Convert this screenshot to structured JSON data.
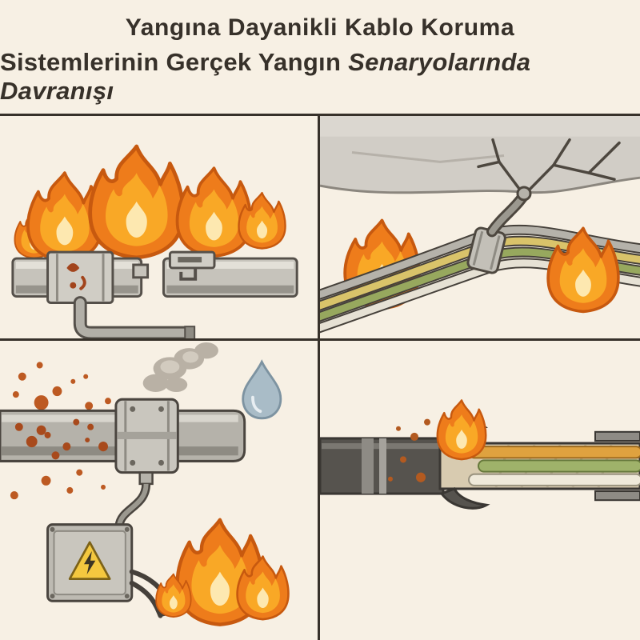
{
  "title": {
    "line1": "Yangına Dayanikli Kablo Koruma",
    "line2_regular": "Sistemlerinin Gerçek Yangın ",
    "line2_italic": "Senaryolarında Davranışı"
  },
  "panels": [
    {
      "id": "top-left",
      "subject": "cable-tray-coupler-in-fire",
      "icons": [
        "flame-icon",
        "cable-tray-icon",
        "conduit-icon"
      ]
    },
    {
      "id": "top-right",
      "subject": "cable-bundle-clamped-to-cracked-wall-with-fire",
      "icons": [
        "flame-icon",
        "crack-icon",
        "cable-bundle-icon",
        "clamp-icon"
      ]
    },
    {
      "id": "bottom-left",
      "subject": "fire-collar-on-pipe-with-smoke-junction-box-and-fire",
      "icons": [
        "flame-icon",
        "smoke-icon",
        "water-drop-icon",
        "warning-triangle-icon",
        "junction-box-icon",
        "pipe-collar-icon",
        "ember-splatter-icon"
      ]
    },
    {
      "id": "bottom-right",
      "subject": "burnt-cable-cross-section-with-exposed-conductors",
      "icons": [
        "flame-icon",
        "cable-cross-section-icon",
        "ember-splatter-icon"
      ]
    }
  ],
  "colors": {
    "background": "#f7f0e4",
    "divider": "#37312a",
    "title_text": "#37312a",
    "flame_outer": "#ee7c1b",
    "flame_mid": "#f9a826",
    "flame_core": "#fde8b0",
    "flame_outline": "#c7590f",
    "metal_light": "#d8d5cd",
    "metal_mid": "#b5b2aa",
    "metal_dark": "#8e8b83",
    "outline_dark": "#4a453f",
    "wall_grey": "#d1cdc6",
    "smoke_grey": "#b3ab9f",
    "water_drop": "#a9bcc7",
    "warning_yellow": "#f4c83f",
    "cable_green": "#97a85e",
    "cable_yellow": "#d9c36a",
    "cable_white": "#e6e1d4",
    "conductor_orange": "#dfa23f",
    "ember_red": "#b35a20",
    "sheath_dark": "#56534e",
    "wrap_tan": "#d8cbb0"
  }
}
